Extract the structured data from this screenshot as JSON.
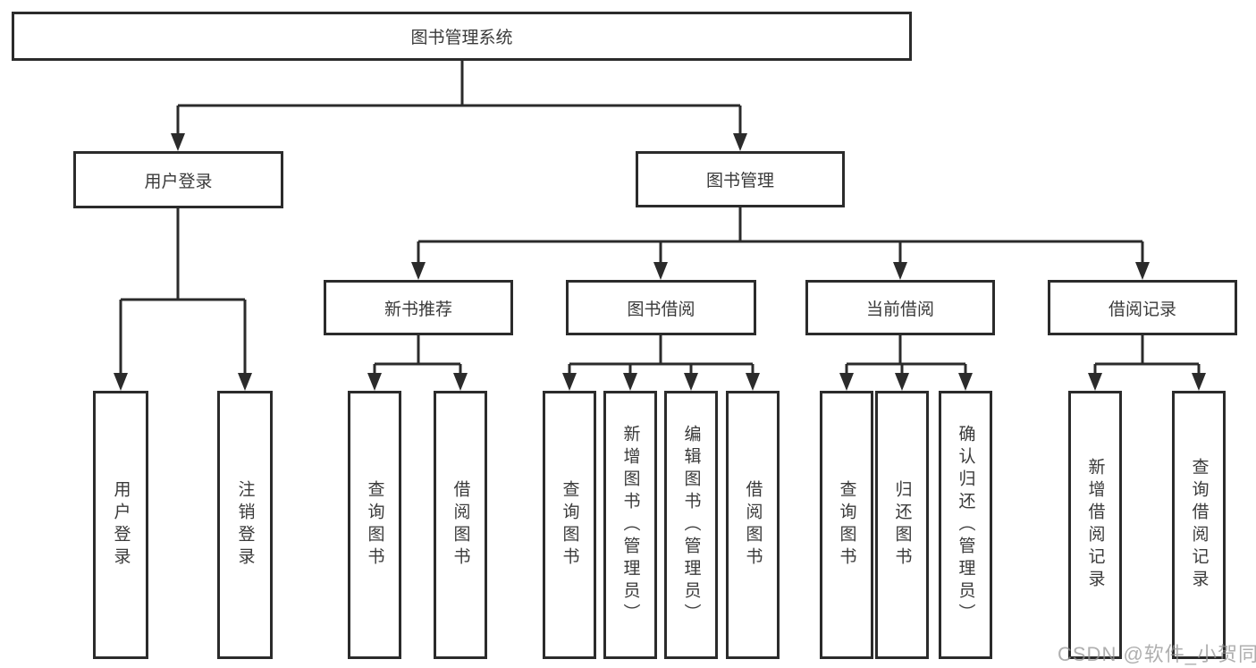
{
  "tree": {
    "root": {
      "label": "图书管理系统",
      "children": [
        {
          "label": "用户登录",
          "children": [
            {
              "label": "用户登录"
            },
            {
              "label": "注销登录"
            }
          ]
        },
        {
          "label": "图书管理",
          "children": [
            {
              "label": "新书推荐",
              "children": [
                {
                  "label": "查询图书"
                },
                {
                  "label": "借阅图书"
                }
              ]
            },
            {
              "label": "图书借阅",
              "children": [
                {
                  "label": "查询图书"
                },
                {
                  "label": "新增图书（管理员）"
                },
                {
                  "label": "编辑图书（管理员）"
                },
                {
                  "label": "借阅图书"
                }
              ]
            },
            {
              "label": "当前借阅",
              "children": [
                {
                  "label": "查询图书"
                },
                {
                  "label": "归还图书"
                },
                {
                  "label": "确认归还（管理员）"
                }
              ]
            },
            {
              "label": "借阅记录",
              "children": [
                {
                  "label": "新增借阅记录"
                },
                {
                  "label": "查询借阅记录"
                }
              ]
            }
          ]
        }
      ]
    }
  },
  "colors": {
    "line": "#2b2b2b",
    "text": "#3a3a3a",
    "watermark": "#949494"
  },
  "watermark": {
    "text": "CSDN @软件_小贺同学"
  }
}
